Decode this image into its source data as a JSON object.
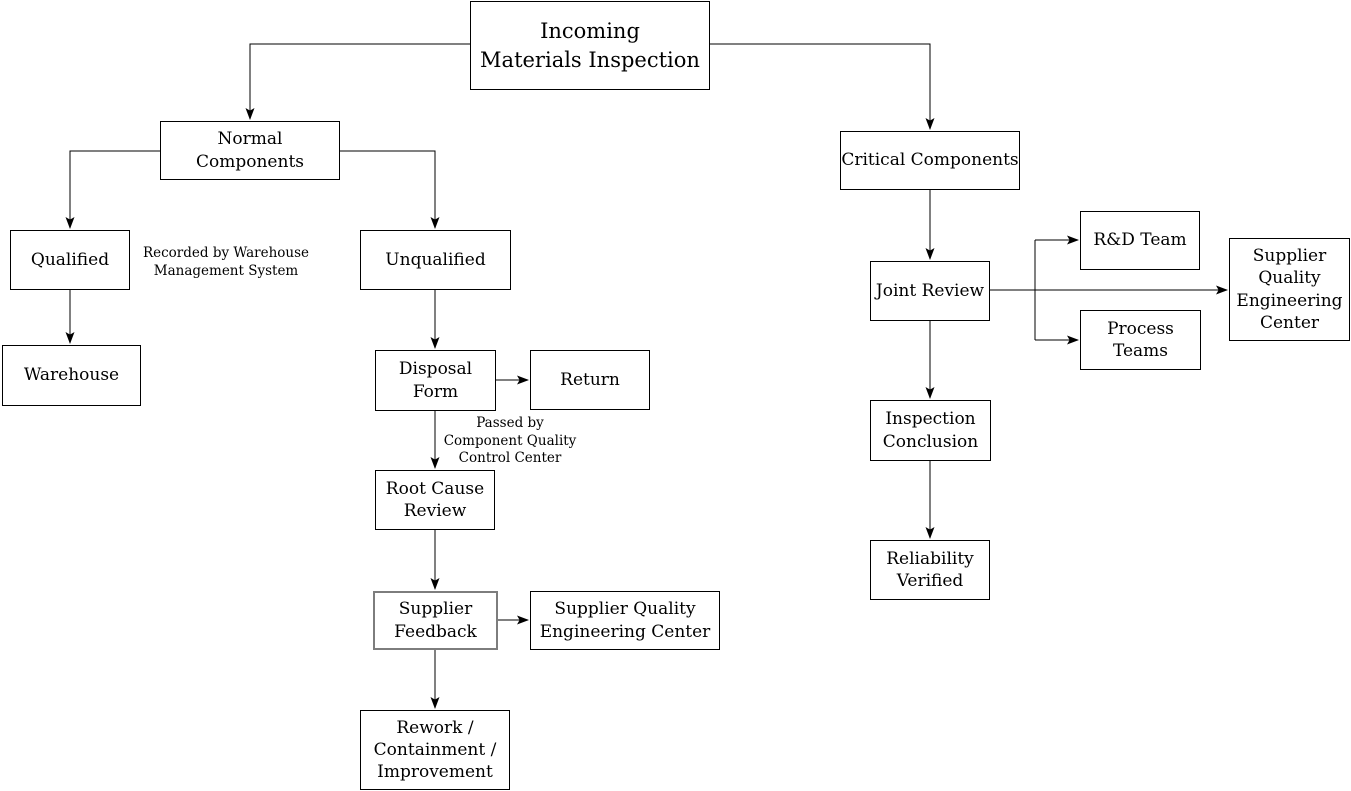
{
  "diagram": {
    "nodes": {
      "incoming": {
        "label": "Incoming\nMaterials Inspection"
      },
      "normal": {
        "label": "Normal Components"
      },
      "qualified": {
        "label": "Qualified"
      },
      "warehouse": {
        "label": "Warehouse"
      },
      "unqualified": {
        "label": "Unqualified"
      },
      "disposal": {
        "label": "Disposal\nForm"
      },
      "return": {
        "label": "Return"
      },
      "root_cause": {
        "label": "Root Cause\nReview"
      },
      "supplier_feedback": {
        "label": "Supplier\nFeedback"
      },
      "sqec_left": {
        "label": "Supplier Quality\nEngineering Center"
      },
      "rework": {
        "label": "Rework /\nContainment /\nImprovement"
      },
      "critical": {
        "label": "Critical Components"
      },
      "joint_review": {
        "label": "Joint Review"
      },
      "rnd_team": {
        "label": "R&D Team"
      },
      "process_teams": {
        "label": "Process\nTeams"
      },
      "sqec_right": {
        "label": "Supplier\nQuality\nEngineering\nCenter"
      },
      "inspection_conclusion": {
        "label": "Inspection\nConclusion"
      },
      "reliability_verified": {
        "label": "Reliability\nVerified"
      }
    },
    "annotations": {
      "warehouse_note": "Recorded by Warehouse\nManagement System",
      "quality_note": "Passed by\nComponent Quality\nControl Center"
    },
    "colors": {
      "line": "#000000",
      "box_border": "#000000",
      "feedback_border": "#7d7d7d",
      "background": "#ffffff",
      "text": "#000000"
    }
  }
}
